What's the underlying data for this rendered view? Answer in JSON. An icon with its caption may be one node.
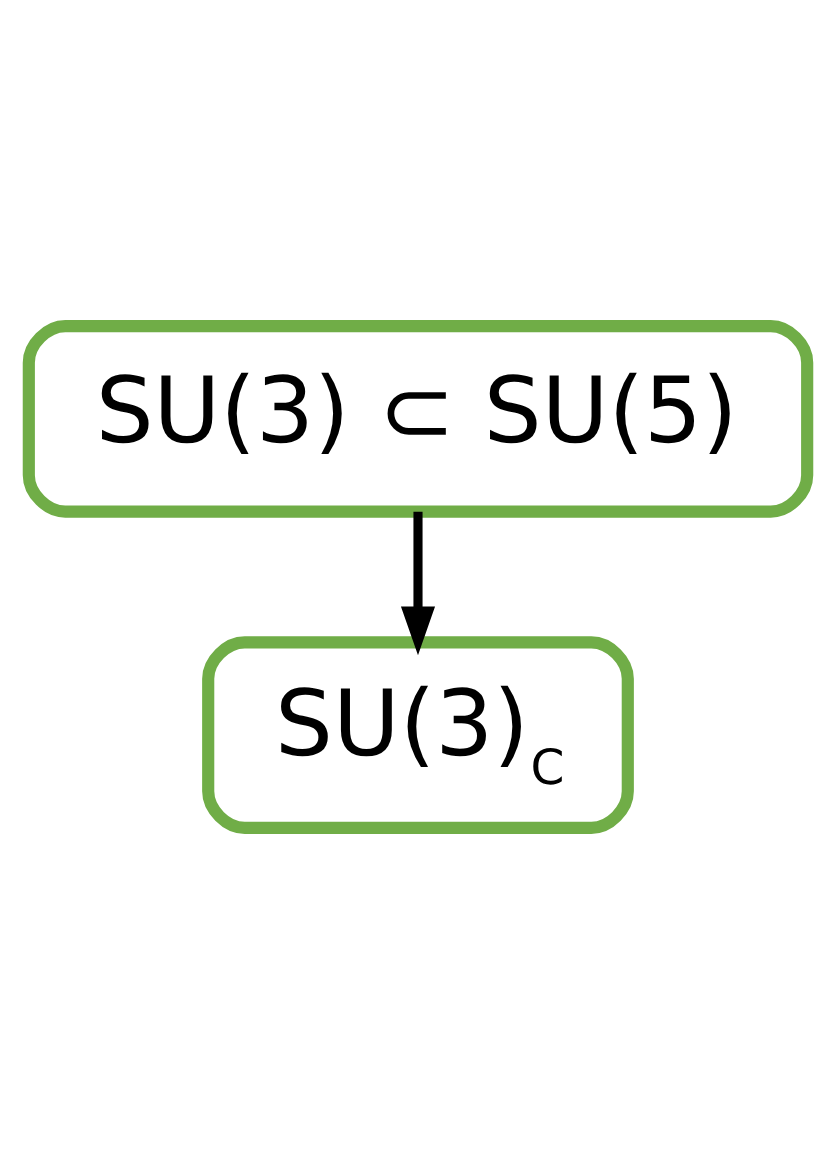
{
  "diagram": {
    "nodes": [
      {
        "text": [
          "SU(3) ⊂ SU(5)"
        ]
      },
      {
        "text": [
          "SU(3)$_{C}$"
        ]
      }
    ],
    "edges": [
      {
        "from": 0,
        "to": 1,
        "arrow": "to"
      }
    ]
  }
}
